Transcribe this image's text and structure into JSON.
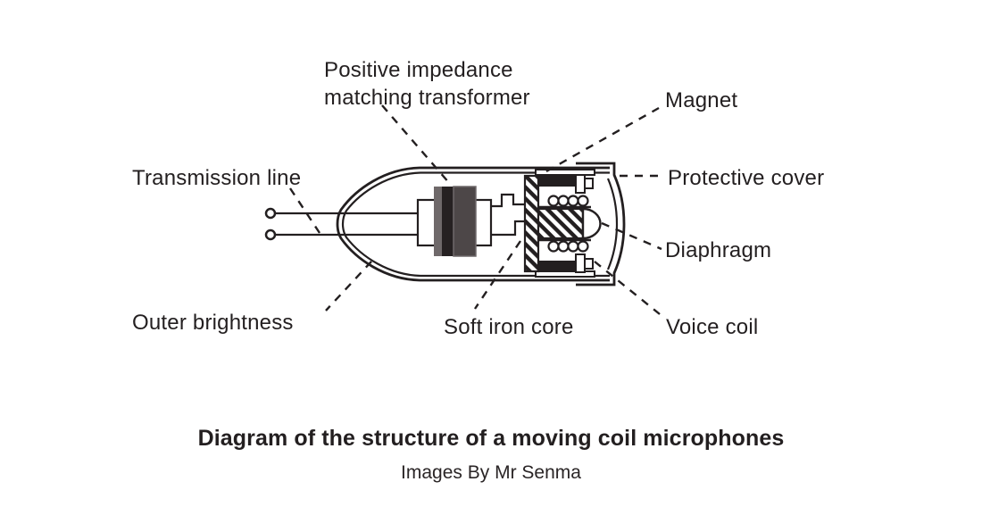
{
  "labels": {
    "transformer_line1": "Positive impedance",
    "transformer_line2": "matching transformer",
    "magnet": "Magnet",
    "transmission_line": "Transmission line",
    "protective_cover": "Protective cover",
    "diaphragm": "Diaphragm",
    "outer_brightness": "Outer brightness",
    "soft_iron_core": "Soft iron core",
    "voice_coil": "Voice coil"
  },
  "caption": {
    "title": "Diagram of the structure of a moving coil microphones",
    "subtitle": "Images By Mr Senma"
  },
  "colors": {
    "ink": "#231f20",
    "transformer_left_bar": "#6f696a",
    "transformer_core_bar": "#262122",
    "transformer_right_block": "#4d4748",
    "background": "#ffffff"
  }
}
